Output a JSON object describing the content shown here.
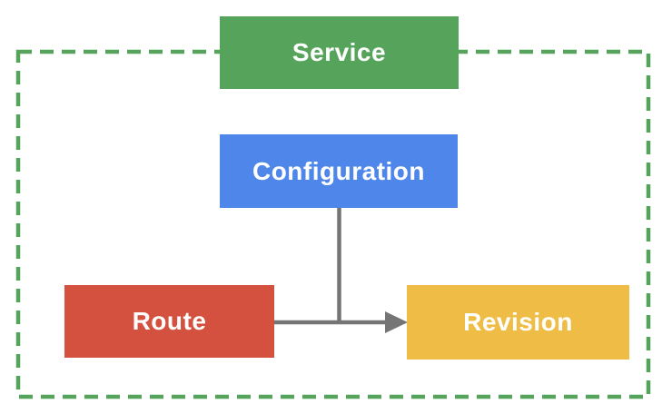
{
  "diagram": {
    "type": "flowchart",
    "nodes": {
      "service": {
        "label": "Service",
        "color": "#56A45C",
        "text_color": "#FFFFFF"
      },
      "configuration": {
        "label": "Configuration",
        "color": "#4E86EA",
        "text_color": "#FFFFFF"
      },
      "route": {
        "label": "Route",
        "color": "#D5513F",
        "text_color": "#FFFFFF"
      },
      "revision": {
        "label": "Revision",
        "color": "#EFBD45",
        "text_color": "#FFFFFF"
      }
    },
    "edges": [
      {
        "from": "configuration",
        "to": "revision",
        "shape": "elbow-down-then-right",
        "color": "#757575",
        "arrowhead": true
      },
      {
        "from": "route",
        "to": "revision",
        "shape": "straight-right",
        "color": "#757575",
        "arrowhead": true
      }
    ],
    "boundary": {
      "style": "dashed",
      "color": "#56A45C",
      "note": "service box overlaps top edge of dashed boundary"
    }
  }
}
